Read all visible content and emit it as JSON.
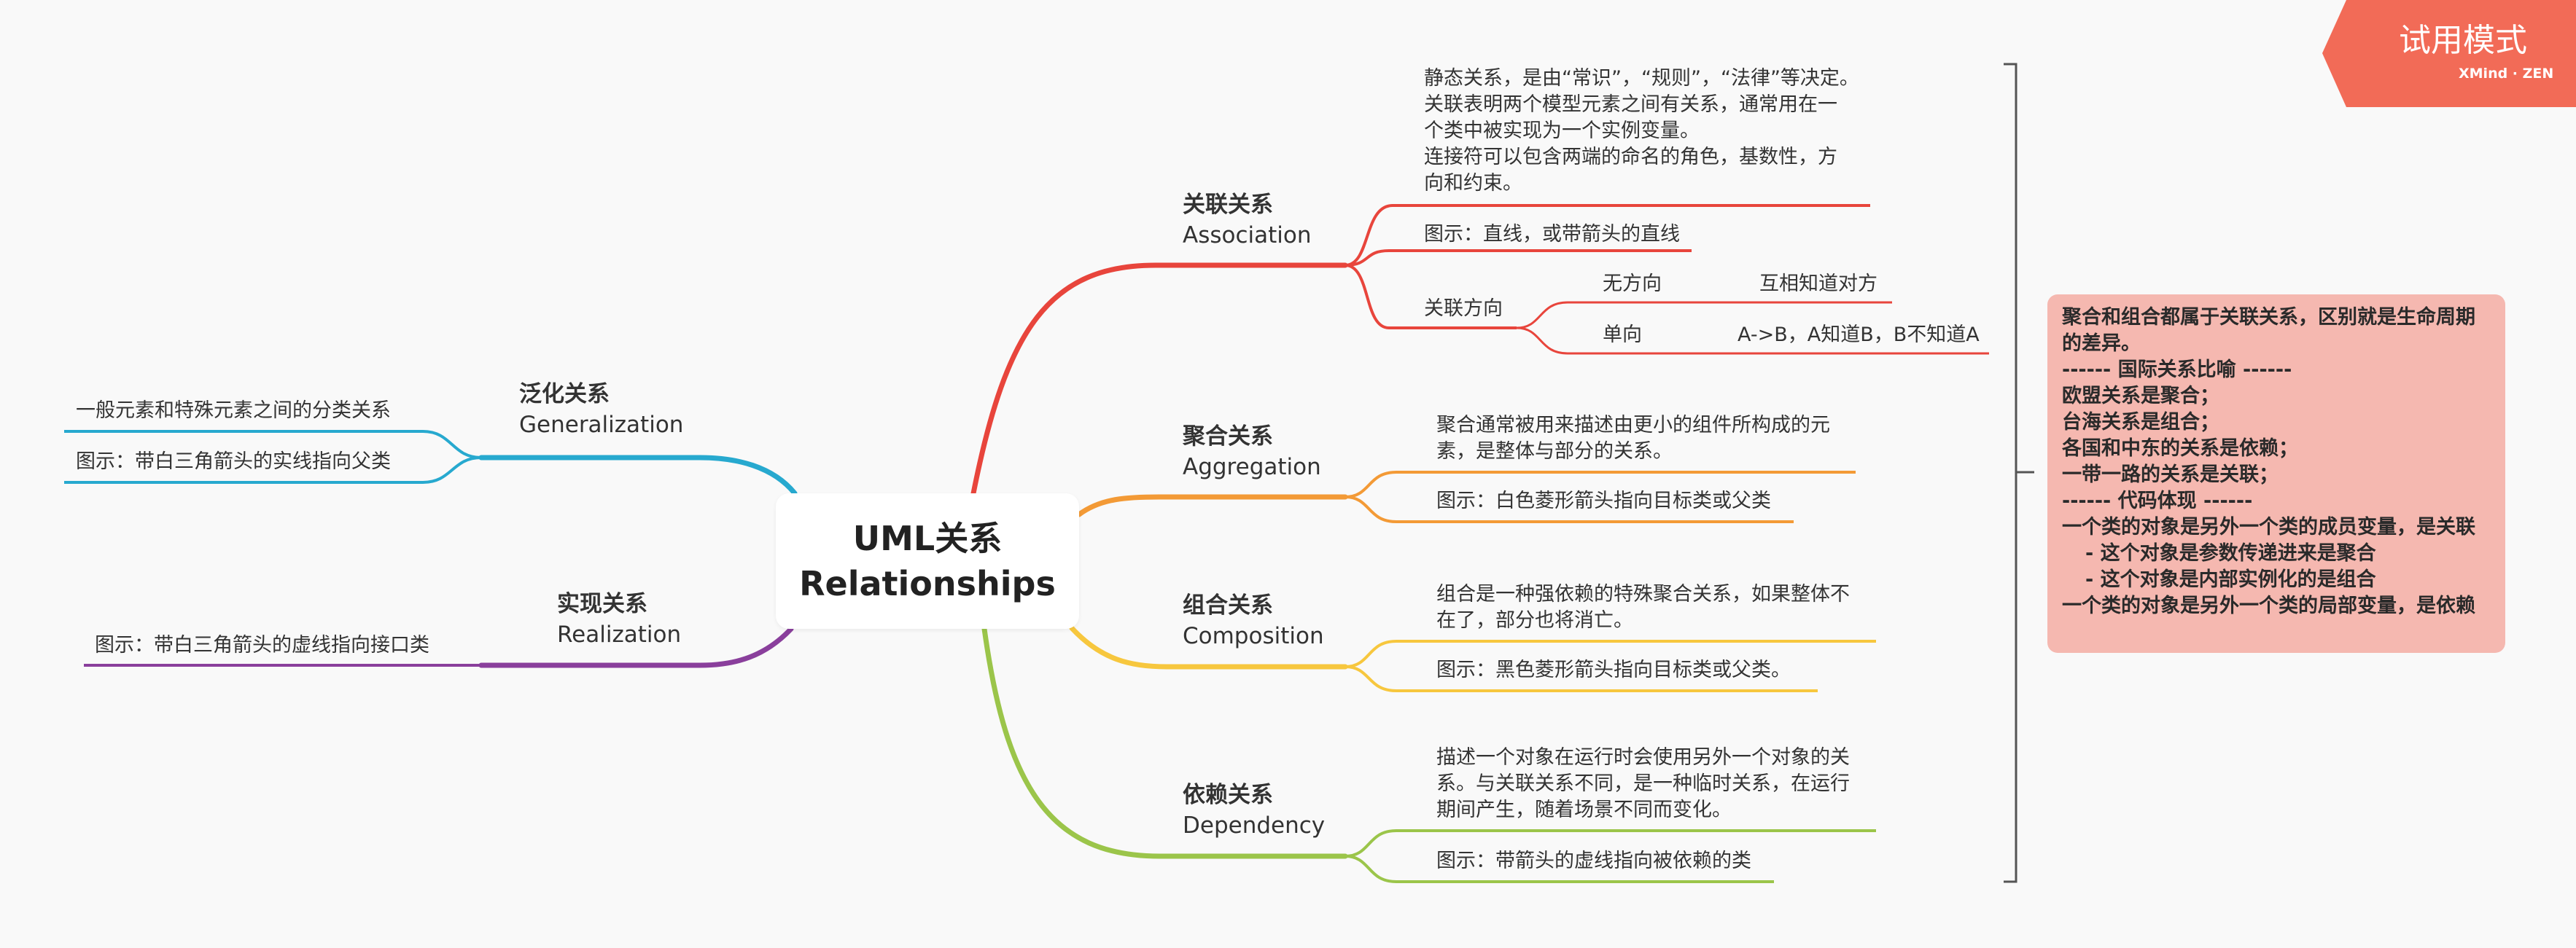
{
  "central": {
    "line1": "UML关系",
    "line2": "Relationships"
  },
  "left": {
    "generalization": {
      "cn": "泛化关系",
      "en": "Generalization",
      "items": [
        "一般元素和特殊元素之间的分类关系",
        "图示：带白三角箭头的实线指向父类"
      ]
    },
    "realization": {
      "cn": "实现关系",
      "en": "Realization",
      "items": [
        "图示：带白三角箭头的虚线指向接口类"
      ]
    }
  },
  "right": {
    "association": {
      "cn": "关联关系",
      "en": "Association",
      "desc": [
        "静态关系，是由“常识”，“规则”，“法律”等决定。",
        "关联表明两个模型元素之间有关系，通常用在一",
        "个类中被实现为一个实例变量。",
        "连接符可以包含两端的命名的角色，基数性，方",
        "向和约束。"
      ],
      "diagram": "图示：直线，或带箭头的直线",
      "direction": {
        "label": "关联方向",
        "none": {
          "label": "无方向",
          "value": "互相知道对方"
        },
        "one": {
          "label": "单向",
          "value": "A->B，A知道B，B不知道A"
        }
      }
    },
    "aggregation": {
      "cn": "聚合关系",
      "en": "Aggregation",
      "desc": [
        "聚合通常被用来描述由更小的组件所构成的元",
        "素，是整体与部分的关系。"
      ],
      "diagram": "图示：白色菱形箭头指向目标类或父类"
    },
    "composition": {
      "cn": "组合关系",
      "en": "Composition",
      "desc": [
        "组合是一种强依赖的特殊聚合关系，如果整体不",
        "在了，部分也将消亡。"
      ],
      "diagram": "图示：黑色菱形箭头指向目标类或父类。"
    },
    "dependency": {
      "cn": "依赖关系",
      "en": "Dependency",
      "desc": [
        "描述一个对象在运行时会使用另外一个对象的关",
        "系。与关联关系不同，是一种临时关系，在运行",
        "期间产生，随着场景不同而变化。"
      ],
      "diagram": "图示：带箭头的虚线指向被依赖的类"
    }
  },
  "note": {
    "lines": [
      "聚合和组合都属于关联关系，区别就是生命周期",
      "的差异。",
      "------ 国际关系比喻 ------",
      "欧盟关系是聚合；",
      "台海关系是组合；",
      "各国和中东的关系是依赖；",
      "一带一路的关系是关联；",
      "------ 代码体现 ------",
      "一个类的对象是另外一个类的成员变量，是关联",
      "- 这个对象是参数传递进来是聚合",
      "- 这个对象是内部实例化的是组合",
      "一个类的对象是另外一个类的局部变量，是依赖"
    ]
  },
  "trial": {
    "label": "试用模式",
    "brand": "XMind · ZEN"
  },
  "colors": {
    "association": "#e8453c",
    "aggregation": "#f39a36",
    "composition": "#f7c73e",
    "dependency": "#9bc54a",
    "generalization": "#27a9cf",
    "realization": "#8a3f9c",
    "note_bg": "#f5b8b0",
    "trial_bg": "#f26b57"
  }
}
